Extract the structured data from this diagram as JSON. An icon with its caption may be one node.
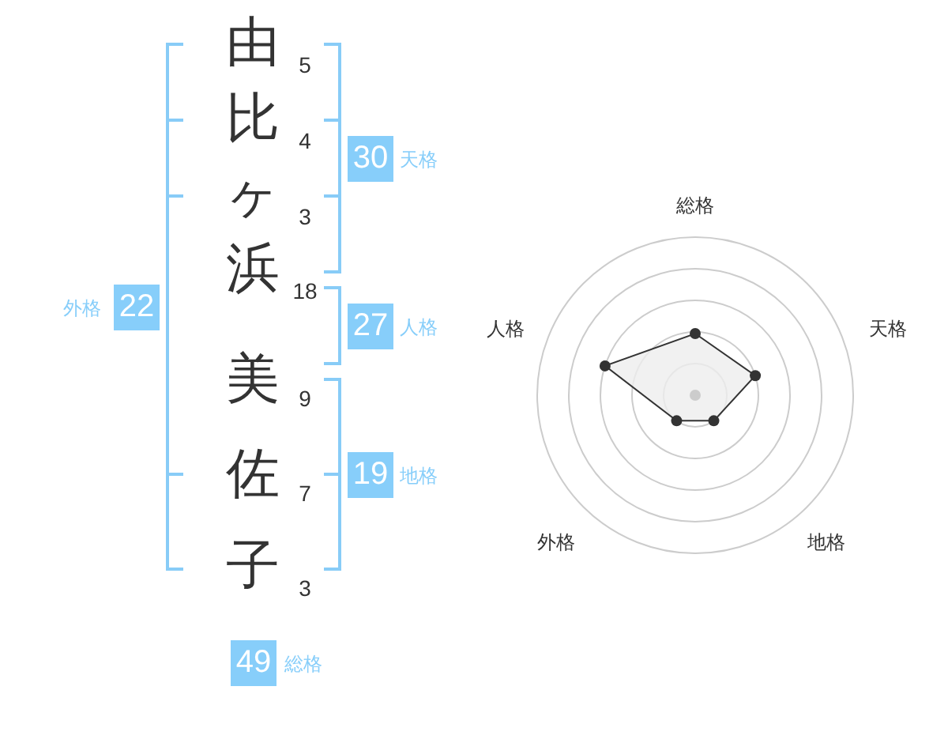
{
  "diagram": {
    "nodes": [
      {
        "text": [
          "30"
        ],
        "beside": [
          "天格"
        ]
      },
      {
        "text": [
          "22"
        ],
        "beside": [
          "外格"
        ]
      },
      {
        "text": [
          "27"
        ],
        "beside": [
          "人格"
        ]
      },
      {
        "text": [
          "19"
        ],
        "beside": [
          "地格"
        ]
      },
      {
        "text": [
          "49"
        ],
        "beside": [
          "総格"
        ]
      }
    ],
    "labels": [
      "由",
      "5",
      "比",
      "4",
      "ヶ",
      "3",
      "浜",
      "18",
      "美",
      "9",
      "佐",
      "7",
      "子",
      "3",
      "総格",
      "人格",
      "天格",
      "外格",
      "地格"
    ]
  }
}
